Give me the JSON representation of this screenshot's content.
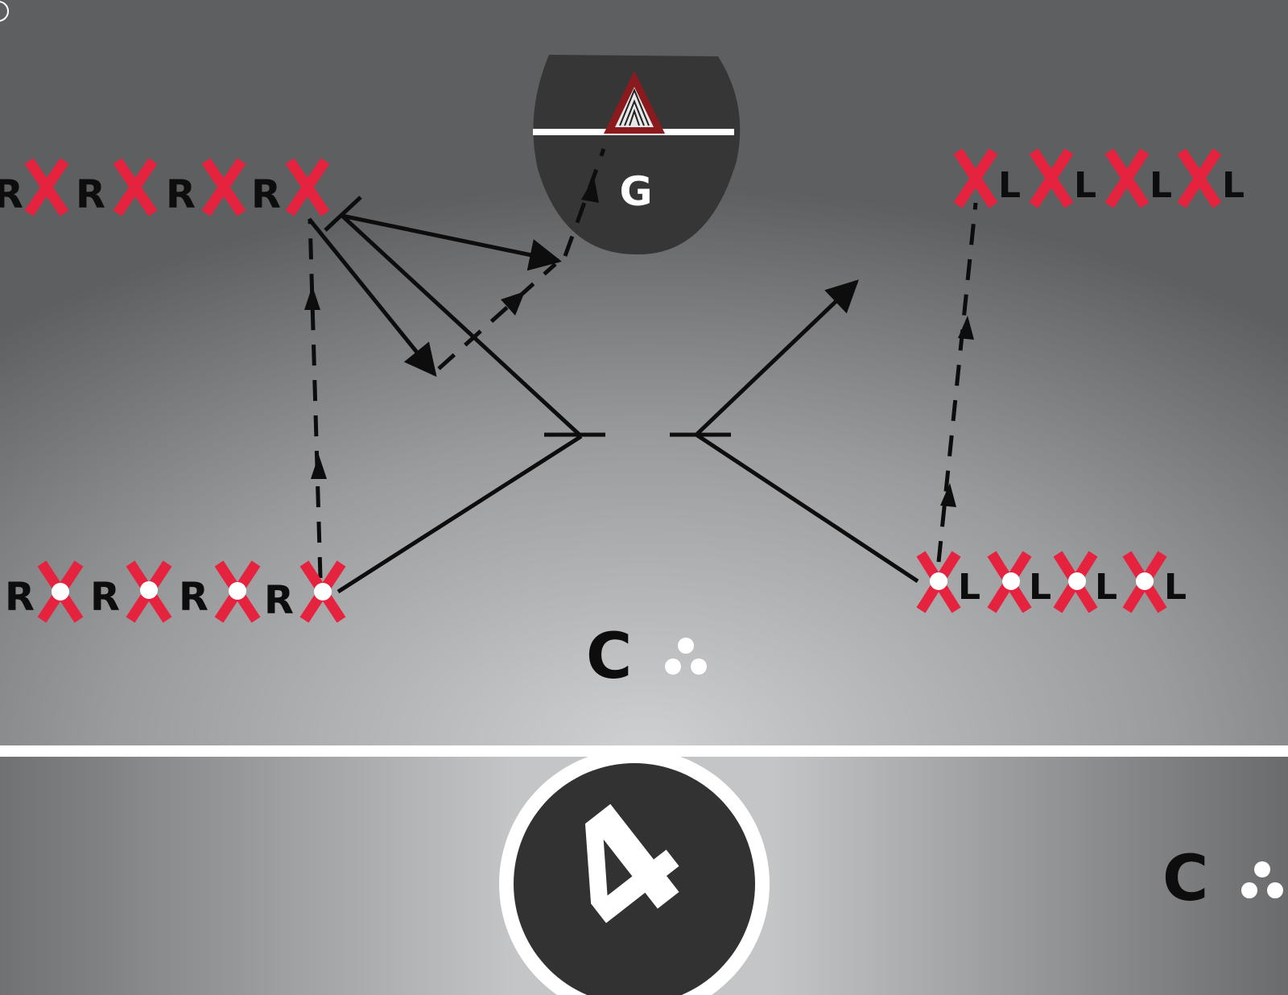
{
  "players": {
    "top_left": {
      "labels": [
        "R",
        "R",
        "R",
        "R"
      ]
    },
    "bottom_left": {
      "labels": [
        "R",
        "R",
        "R",
        "R"
      ]
    },
    "top_right": {
      "labels": [
        "L",
        "L",
        "L",
        "L"
      ]
    },
    "bottom_right": {
      "labels": [
        "L",
        "L",
        "L",
        "L"
      ]
    }
  },
  "goalie": {
    "label": "G"
  },
  "coach_top": {
    "label": "C"
  },
  "coach_bottom": {
    "label": "C"
  },
  "logo": {
    "label": "4"
  },
  "colors": {
    "player_x": "#e5233f",
    "line": "#0d0d0d",
    "crease": "#333333",
    "goal_frame": "#8b1a1f",
    "field_light": "#c9cacc",
    "field_dark": "#5a5b5d"
  },
  "icons": {
    "player": "x-mark-icon",
    "ball": "ball-icon",
    "goal": "goal-triangle-icon",
    "balls_group": "ball-group-icon",
    "logo": "logo-badge-icon"
  }
}
